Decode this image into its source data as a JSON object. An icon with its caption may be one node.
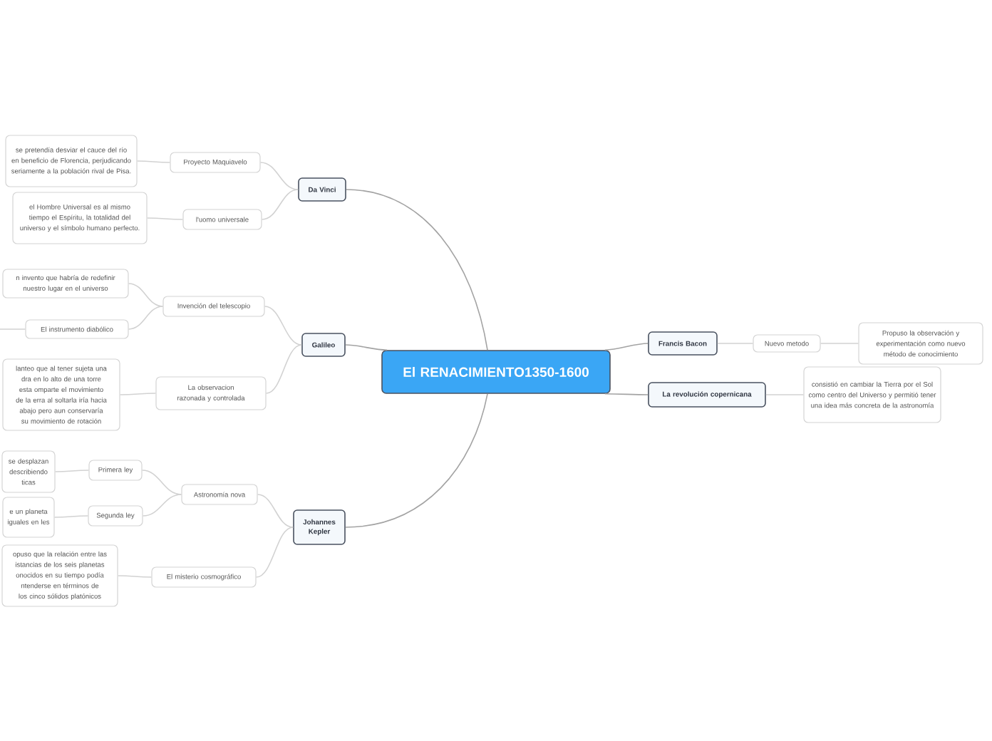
{
  "diagram": {
    "nodes": [
      {
        "text": [
          "El RENACIMIENTO1350-1600"
        ]
      },
      {
        "text": [
          "Da Vinci"
        ]
      },
      {
        "text": [
          "Proyecto Maquiavelo"
        ]
      },
      {
        "text": [
          "se pretendía desviar el cauce del río en beneficio de Florencia, perjudicando seriamente a la población rival de Pisa."
        ]
      },
      {
        "text": [
          "l'uomo universale"
        ]
      },
      {
        "text": [
          "el Hombre Universal es al mismo tiempo el Espíritu, la totalidad del universo y el símbolo humano perfecto."
        ]
      },
      {
        "text": [
          "Galileo"
        ]
      },
      {
        "text": [
          "Invención del telescopio"
        ]
      },
      {
        "text": [
          "n invento que habría de redefinir nuestro lugar en el universo"
        ]
      },
      {
        "text": [
          "El instrumento diabólico"
        ]
      },
      {
        "text": [
          "La observacion razonada y controlada"
        ]
      },
      {
        "text": [
          "lanteo que al tener sujeta una dra en lo alto de una torre esta omparte el movimiento de la erra al soltarla iría hacia abajo pero aun conservaría su movimiento de rotación"
        ]
      },
      {
        "text": [
          "Johannes Kepler"
        ]
      },
      {
        "text": [
          "Astronomía nova"
        ]
      },
      {
        "text": [
          "Primera ley"
        ]
      },
      {
        "text": [
          "se desplazan describiendo ticas"
        ]
      },
      {
        "text": [
          "Segunda ley"
        ]
      },
      {
        "text": [
          "e un planeta iguales en les"
        ]
      },
      {
        "text": [
          "El misterio cosmográfico"
        ]
      },
      {
        "text": [
          "opuso que la relación entre las istancias de los seis planetas onocidos en su tiempo podía ntenderse en términos de los cinco sólidos platónicos"
        ]
      },
      {
        "text": [
          "Francis Bacon"
        ]
      },
      {
        "text": [
          "Nuevo metodo"
        ]
      },
      {
        "text": [
          "Propuso la observación y experimentación como nuevo método de conocimiento"
        ]
      },
      {
        "text": [
          "La revolución copernicana"
        ]
      },
      {
        "text": [
          "consistió en cambiar la Tierra por el Sol como centro del Universo y permitió tener una idea más concreta de la astronomía"
        ]
      }
    ],
    "edges": [
      {
        "from": 0,
        "to": 1,
        "arrow": "none",
        "color": "#a3a3a3"
      },
      {
        "from": 0,
        "to": 6,
        "arrow": "none",
        "color": "#a3a3a3"
      },
      {
        "from": 0,
        "to": 12,
        "arrow": "none",
        "color": "#a3a3a3"
      },
      {
        "from": 0,
        "to": 20,
        "arrow": "none",
        "color": "#a3a3a3"
      },
      {
        "from": 0,
        "to": 23,
        "arrow": "none",
        "color": "#a3a3a3"
      },
      {
        "from": 1,
        "to": 2,
        "arrow": "none"
      },
      {
        "from": 2,
        "to": 3,
        "arrow": "none"
      },
      {
        "from": 1,
        "to": 4,
        "arrow": "none"
      },
      {
        "from": 4,
        "to": 5,
        "arrow": "none"
      },
      {
        "from": 6,
        "to": 7,
        "arrow": "none"
      },
      {
        "from": 7,
        "to": 8,
        "arrow": "none"
      },
      {
        "from": 7,
        "to": 9,
        "arrow": "none"
      },
      {
        "from": 9,
        "to": null,
        "arrow": "none"
      },
      {
        "from": 6,
        "to": 10,
        "arrow": "none"
      },
      {
        "from": 10,
        "to": 11,
        "arrow": "none"
      },
      {
        "from": 12,
        "to": 13,
        "arrow": "none"
      },
      {
        "from": 13,
        "to": 14,
        "arrow": "none"
      },
      {
        "from": 14,
        "to": 15,
        "arrow": "none"
      },
      {
        "from": 13,
        "to": 16,
        "arrow": "none"
      },
      {
        "from": 16,
        "to": 17,
        "arrow": "none"
      },
      {
        "from": 12,
        "to": 18,
        "arrow": "none"
      },
      {
        "from": 18,
        "to": 19,
        "arrow": "none"
      },
      {
        "from": 20,
        "to": 21,
        "arrow": "none"
      },
      {
        "from": 21,
        "to": 22,
        "arrow": "none"
      },
      {
        "from": 23,
        "to": 24,
        "arrow": "none"
      }
    ]
  }
}
